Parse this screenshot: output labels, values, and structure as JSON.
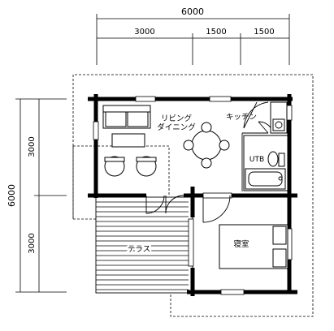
{
  "dimensions": {
    "top_total": "6000",
    "top_segments": [
      "3000",
      "1500",
      "1500"
    ],
    "left_total": "6000",
    "left_segments": [
      "3000",
      "3000"
    ]
  },
  "rooms": {
    "living_line1": "リビング",
    "living_line2": "ダイニング",
    "kitchen": "キッチン",
    "utb": "UTB",
    "bedroom": "寝室",
    "terrace": "テラス"
  }
}
